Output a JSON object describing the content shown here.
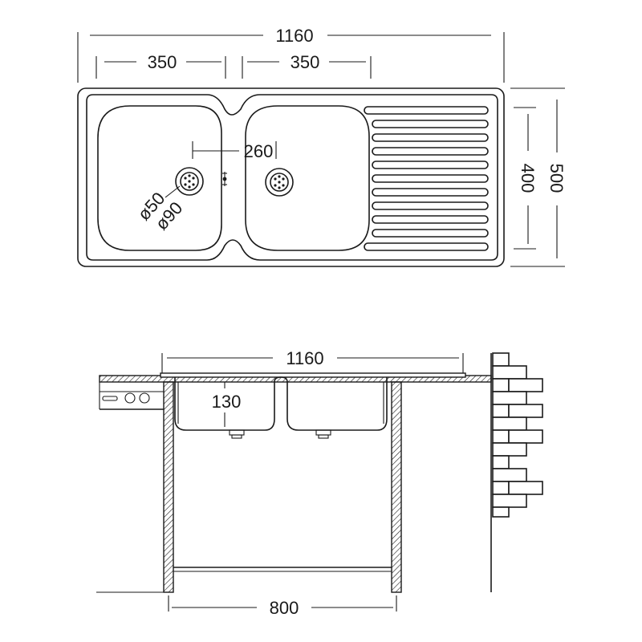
{
  "top_view": {
    "overall_width": "1160",
    "bowl_left_width": "350",
    "bowl_right_width": "350",
    "drain_spacing": "260",
    "outlet_inner_diameter": "ø50",
    "outlet_outer_diameter": "ø90",
    "bowl_depth": "400",
    "overall_depth": "500"
  },
  "side_view": {
    "overall_width": "1160",
    "bowl_height": "130",
    "cabinet_width": "800"
  }
}
